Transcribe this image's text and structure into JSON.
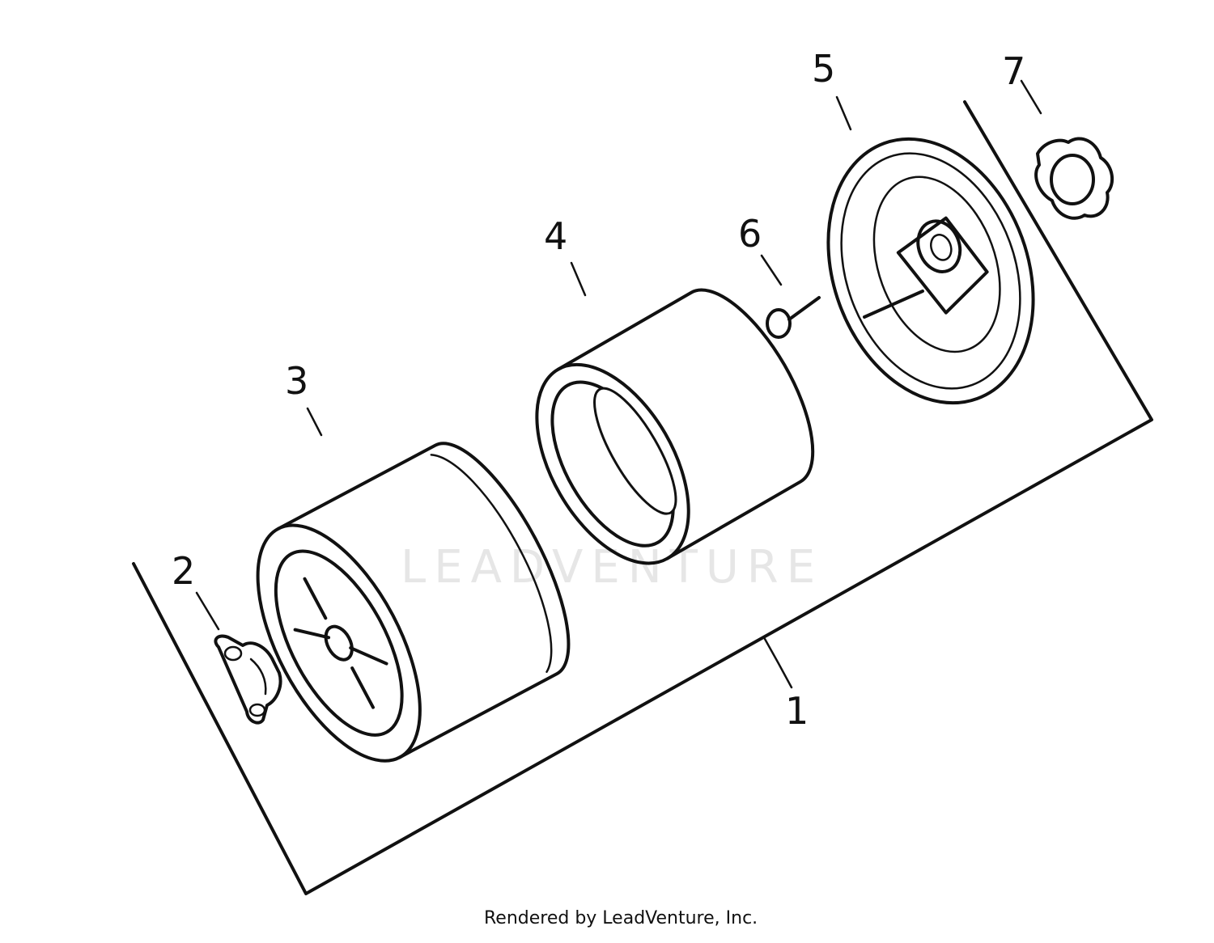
{
  "callouts": {
    "c1": "1",
    "c2": "2",
    "c3": "3",
    "c4": "4",
    "c5": "5",
    "c6": "6",
    "c7": "7"
  },
  "watermark": "LEADVENTURE",
  "footer": "Rendered by LeadVenture, Inc.",
  "colors": {
    "ink": "#111111",
    "background": "#ffffff",
    "watermark": "#e6e6e6"
  }
}
